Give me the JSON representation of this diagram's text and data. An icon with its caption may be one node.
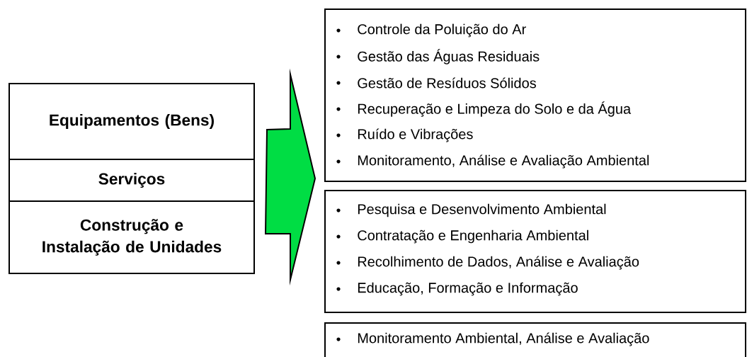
{
  "diagram": {
    "nodes": [
      {
        "text": [
          "Equipamentos (Bens)"
        ]
      },
      {
        "text": [
          "Serviços"
        ]
      },
      {
        "text": [
          "Construção e Instalação de Unidades"
        ]
      },
      {
        "text": [
          "Controle da Poluição do Ar",
          "Gestão das Águas Residuais",
          "Gestão de Resíduos Sólidos",
          "Recuperação e Limpeza do Solo e da Água",
          "Ruído e Vibrações",
          "Monitoramento, Análise e Avaliação Ambiental"
        ]
      },
      {
        "text": [
          "Pesquisa e Desenvolvimento Ambiental",
          "Contratação e Engenharia Ambiental",
          "Recolhimento de Dados, Análise e Avaliação",
          "Educação, Formação e Informação"
        ]
      },
      {
        "text": [
          "Monitoramento Ambiental, Análise e Avaliação"
        ]
      }
    ],
    "edges": [
      {
        "from": 1,
        "to": 3,
        "arrow": "to",
        "style": "thick",
        "color": "#00dd44"
      }
    ]
  }
}
